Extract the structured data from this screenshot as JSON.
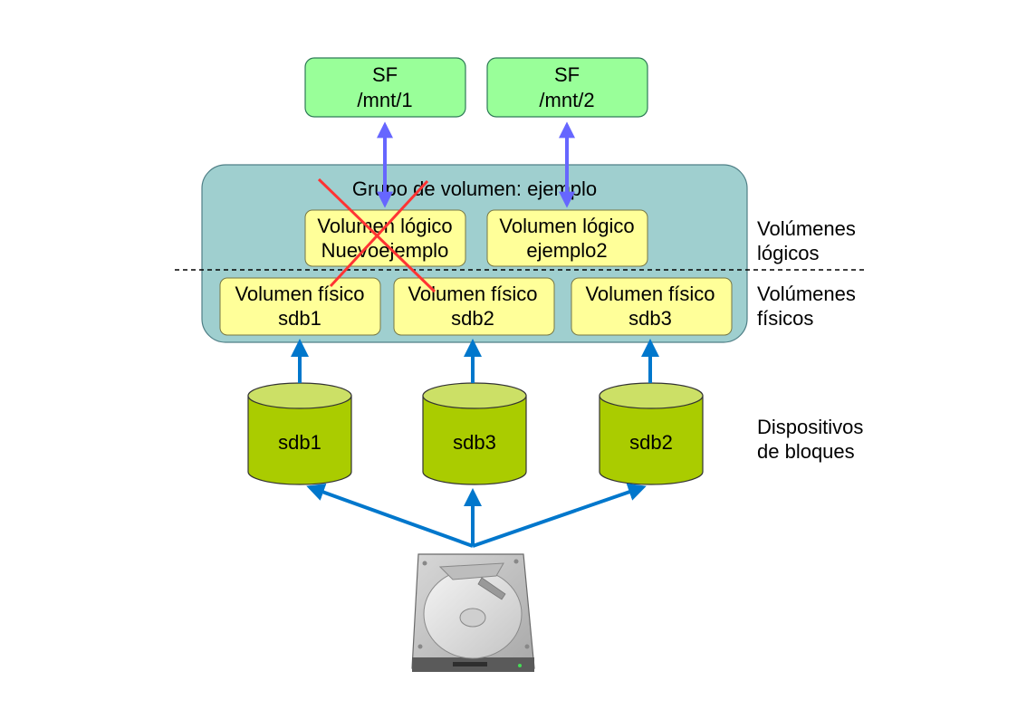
{
  "filesystems": [
    {
      "line1": "SF",
      "line2": "/mnt/1"
    },
    {
      "line1": "SF",
      "line2": "/mnt/2"
    }
  ],
  "volume_group": {
    "title": "Grupo de volumen: ejemplo"
  },
  "logical_volumes": [
    {
      "line1": "Volumen lógico",
      "line2": "Nuevoejemplo",
      "crossed_out": true
    },
    {
      "line1": "Volumen lógico",
      "line2": "ejemplo2",
      "crossed_out": false
    }
  ],
  "physical_volumes": [
    {
      "line1": "Volumen físico",
      "line2": "sdb1"
    },
    {
      "line1": "Volumen físico",
      "line2": "sdb2"
    },
    {
      "line1": "Volumen físico",
      "line2": "sdb3"
    }
  ],
  "block_devices": [
    {
      "label": "sdb1"
    },
    {
      "label": "sdb3"
    },
    {
      "label": "sdb2"
    }
  ],
  "side_labels": {
    "logical": {
      "line1": "Volúmenes",
      "line2": "lógicos"
    },
    "physical": {
      "line1": "Volúmenes",
      "line2": "físicos"
    },
    "devices": {
      "line1": "Dispositivos",
      "line2": "de bloques"
    }
  },
  "colors": {
    "fs_fill": "#99ff99",
    "vg_fill": "#9fcfcf",
    "volume_fill": "#ffff99",
    "cylinder_fill": "#aacc00",
    "cylinder_top": "#cce066",
    "fs_arrow": "#6666ff",
    "device_arrow": "#0077cc",
    "cross": "#ff3333"
  },
  "icons": {
    "disk": "hard-drive-icon"
  }
}
